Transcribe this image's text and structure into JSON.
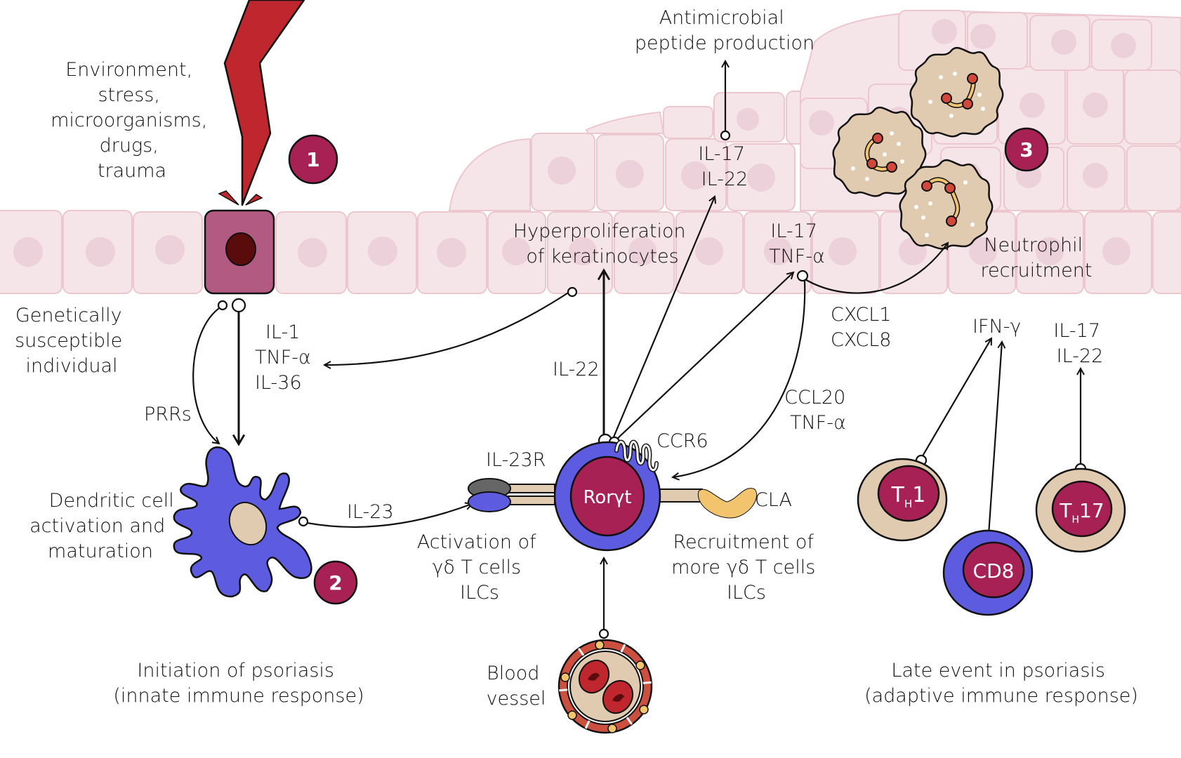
{
  "title": "Psoriasis immunopathogenesis",
  "colors": {
    "badge": "#a82155",
    "skin_cell": "#f5e4e8",
    "skin_nucleus": "#ecd0da",
    "damaged_cell": "#b35a82",
    "damaged_nucleus": "#5a0c0c",
    "lightning": "#c0262d",
    "dendritic_cell": "#5d5be0",
    "nucleus_beige": "#e1cbb0",
    "t_cell_nucleus": "#a82155",
    "cla": "#f2c46e",
    "il23r_top": "#666666",
    "neutrophil": "#e1cbb0",
    "granule_red": "#d1473a",
    "vessel_wall": "#cc5040",
    "rbc": "#c0262d"
  },
  "badges": [
    "1",
    "2",
    "3"
  ],
  "labels": {
    "triggers": [
      "Environment,",
      "stress,",
      "microorganisms,",
      "drugs,",
      "trauma"
    ],
    "genetics": [
      "Genetically",
      "susceptible",
      "individual"
    ],
    "cytokines_innate": [
      "IL-1",
      "TNF-α",
      "IL-36"
    ],
    "prrs": "PRRs",
    "dendritic": [
      "Dendritic cell",
      "activation and",
      "maturation"
    ],
    "il23": "IL-23",
    "il23r": "IL-23R",
    "rorgt": "Rorγt",
    "ccr6": "CCR6",
    "cla": "CLA",
    "activation": [
      "Activation of",
      "γδ T cells",
      "ILCs"
    ],
    "recruitment": [
      "Recruitment of",
      "more γδ T cells",
      "ILCs"
    ],
    "blood_vessel": [
      "Blood",
      "vessel"
    ],
    "il22": "IL-22",
    "hyperproliferation": [
      "Hyperproliferation",
      "of keratinocytes"
    ],
    "antimicrobial": [
      "Antimicrobial",
      "peptide production"
    ],
    "il17_il22_top": [
      "IL-17",
      "IL-22"
    ],
    "il17_tnfa": [
      "IL-17",
      "TNF-α"
    ],
    "cxcl": [
      "CXCL1",
      "CXCL8"
    ],
    "ccl20": [
      "CCL20",
      "TNF-α"
    ],
    "neutrophil": [
      "Neutrophil",
      "recruitment"
    ],
    "ifng": "IFN-γ",
    "il17_il22_right": [
      "IL-17",
      "IL-22"
    ],
    "th1": {
      "main": "T",
      "sub": "H",
      "num": "1"
    },
    "th17": {
      "main": "T",
      "sub": "H",
      "num": "17"
    },
    "cd8": "CD8",
    "initiation": [
      "Initiation of psoriasis",
      "(innate immune response)"
    ],
    "late": [
      "Late event in psoriasis",
      "(adaptive immune response)"
    ]
  }
}
